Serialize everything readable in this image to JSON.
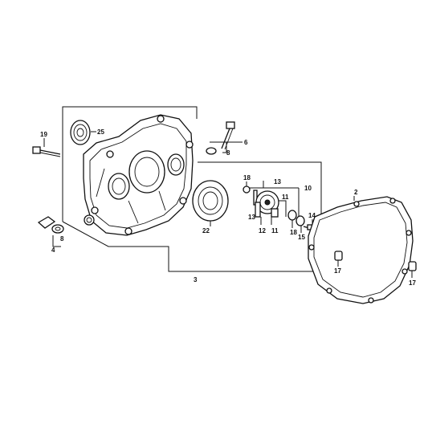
{
  "callouts": {
    "c19": "19",
    "c25": "25",
    "c6": "6",
    "c8a": "8",
    "c18a": "18",
    "c13a": "13",
    "c10": "10",
    "c13b": "13",
    "c11a": "11",
    "c2": "2",
    "c14": "14",
    "c12": "12",
    "c11b": "11",
    "c18b": "18",
    "c15": "15",
    "c22": "22",
    "c8b": "8",
    "c4": "4",
    "c17a": "17",
    "c17b": "17",
    "c3": "3"
  }
}
